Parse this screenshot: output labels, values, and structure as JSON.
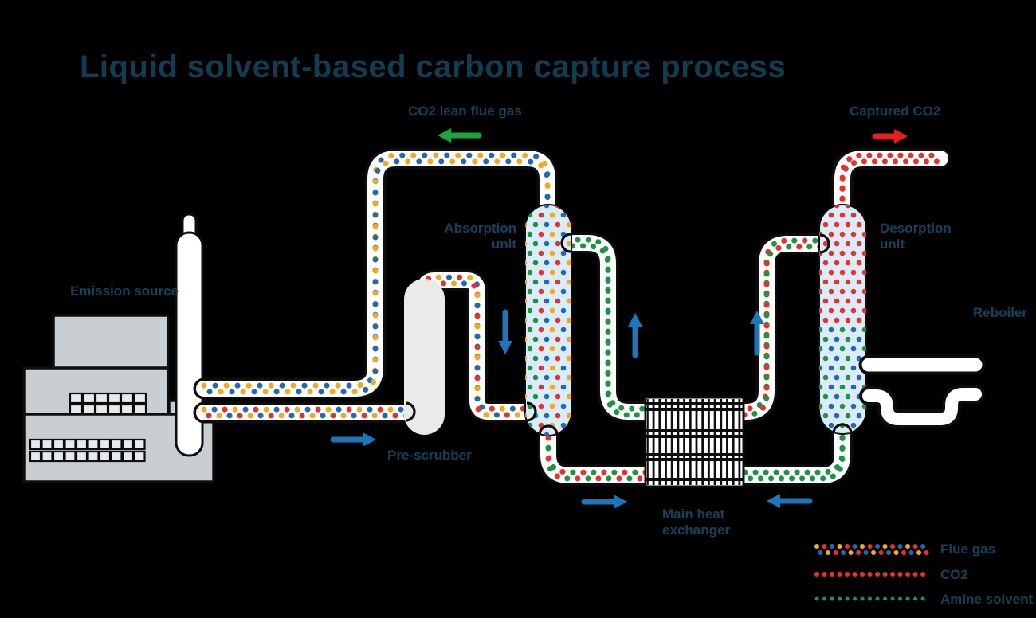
{
  "title": "Liquid solvent-based carbon capture process",
  "labels": {
    "co2_lean_flue_gas": "CO2 lean flue gas",
    "captured_co2": "Captured CO2",
    "emission_source": "Emission source",
    "pre_scrubber": "Pre-scrubber",
    "absorption_unit": "Absorption unit",
    "desorption_unit": "Desorption unit",
    "main_heat_exchanger": "Main heat exchanger",
    "reboiler": "Reboiler"
  },
  "legend": {
    "items": [
      {
        "label": "Flue gas",
        "colors": [
          "#f6a81c",
          "#e8312a",
          "#2268b2"
        ]
      },
      {
        "label": "CO2",
        "colors": [
          "#e8312a"
        ]
      },
      {
        "label": "Amine solvent",
        "colors": [
          "#209244"
        ]
      }
    ]
  },
  "colors": {
    "background": "#000000",
    "text": "#15425a",
    "title_text": "#123c52",
    "dot_red": "#e8312a",
    "dot_orange": "#f6a81c",
    "dot_blue": "#2268b2",
    "dot_green": "#209244",
    "arrow_blue": "#1b76bc",
    "arrow_green": "#1ba53f",
    "arrow_red": "#e81e25",
    "vessel_fill": "#d9ecf8",
    "prescrubber_fill": "#eaeae8",
    "factory_gray": "#c9ced3",
    "pipe_fill": "#ffffff",
    "outline": "#0d0d0d"
  }
}
